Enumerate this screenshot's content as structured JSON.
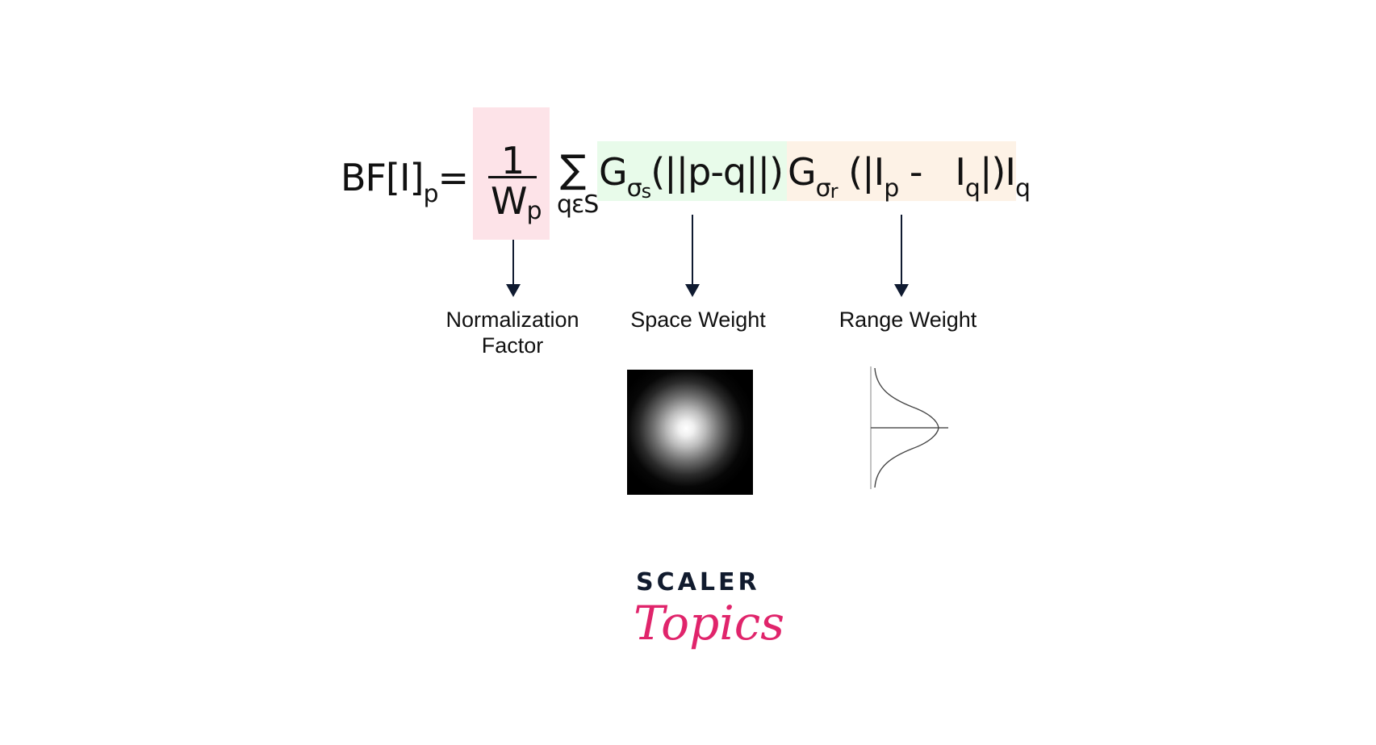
{
  "formula": {
    "lhs": "BF[I]",
    "lhs_sub": "p",
    "equals": "=",
    "fraction_numerator": "1",
    "fraction_denominator": "W",
    "fraction_denominator_sub": "p",
    "sum_symbol": "∑",
    "sum_sub": "qεS",
    "space_term_G": "G",
    "space_term_sigma": "σ",
    "space_term_sigma_sub": "s",
    "space_term_arg": "(||p-q||)",
    "range_term_G": "G",
    "range_term_sigma": "σ",
    "range_term_sigma_sub": "r",
    "range_term_open": "(|I",
    "range_term_Ip_sub": "p",
    "range_term_minus": " -   I",
    "range_term_Iq_sub": "q",
    "range_term_close": "|)",
    "tail": "I",
    "tail_sub": "q"
  },
  "colors": {
    "normalization_highlight": "#fde3e8",
    "space_highlight": "#e8fbea",
    "range_highlight": "#fdf2e6",
    "arrow": "#0f1a30",
    "brand_dark": "#111b2e",
    "brand_pink": "#e0246b"
  },
  "labels": {
    "normalization_line1": "Normalization",
    "normalization_line2": "Factor",
    "space_weight": "Space Weight",
    "range_weight": "Range Weight"
  },
  "illustrations": {
    "space_weight_image": "2D gaussian kernel (bright center on black)",
    "range_weight_image": "1D gaussian curve (rotated)"
  },
  "logo": {
    "line1": "SCALER",
    "line2": "Topics"
  }
}
